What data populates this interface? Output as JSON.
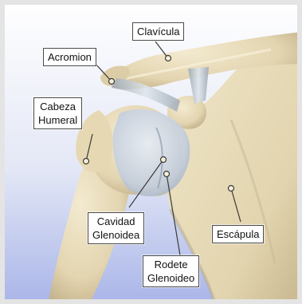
{
  "diagram": {
    "labels": {
      "clavicula": "Clavícula",
      "acromion": "Acromion",
      "cabeza_humeral": "Cabeza\nHumeral",
      "cavidad_glenoidea": "Cavidad\nGlenoidea",
      "escapula": "Escápula",
      "rodete_glenoideo": "Rodete\nGlenoideo"
    },
    "colors": {
      "background_top": "#ffffff",
      "background_bottom": "#aab6ea",
      "bone": "#e8dcbc",
      "bone_shadow": "#b9a983",
      "cartilage": "#c9d3e2",
      "ligament": "#b8c2cc",
      "leader_line": "#3a3a3a"
    }
  }
}
